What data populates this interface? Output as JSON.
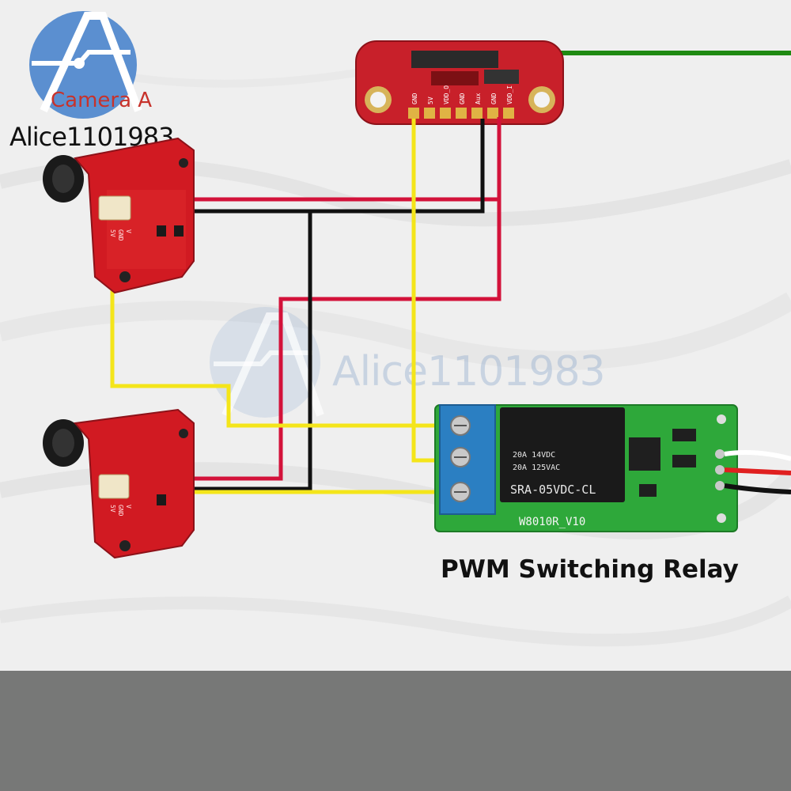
{
  "labels": {
    "camera_a": "Camera A",
    "store": "Alice1101983",
    "watermark": "Alice1101983",
    "relay": "PWM Switching Relay"
  },
  "relay_board": {
    "relay_line_1": "20A 14VDC",
    "relay_line_2": "20A 125VAC",
    "relay_model": "SRA-05VDC-CL",
    "board_code": "W8010R_V10"
  },
  "pin_labels": {
    "flight_controller": [
      "GND",
      "5V",
      "VDD_O",
      "GND",
      "Aux",
      "GND",
      "VDD_I"
    ],
    "camera": [
      "5V",
      "GND",
      "V"
    ]
  },
  "colors": {
    "red_wire": "#d3123a",
    "black_wire": "#111111",
    "yellow_wire": "#f4e51a",
    "green_line": "#1f8a12",
    "board_red": "#c8202a",
    "relay_pcb": "#2ea83a",
    "relay_body": "#1a1a1a",
    "terminal_blue": "#2b7fc2",
    "bottom_bar": "#777877"
  }
}
